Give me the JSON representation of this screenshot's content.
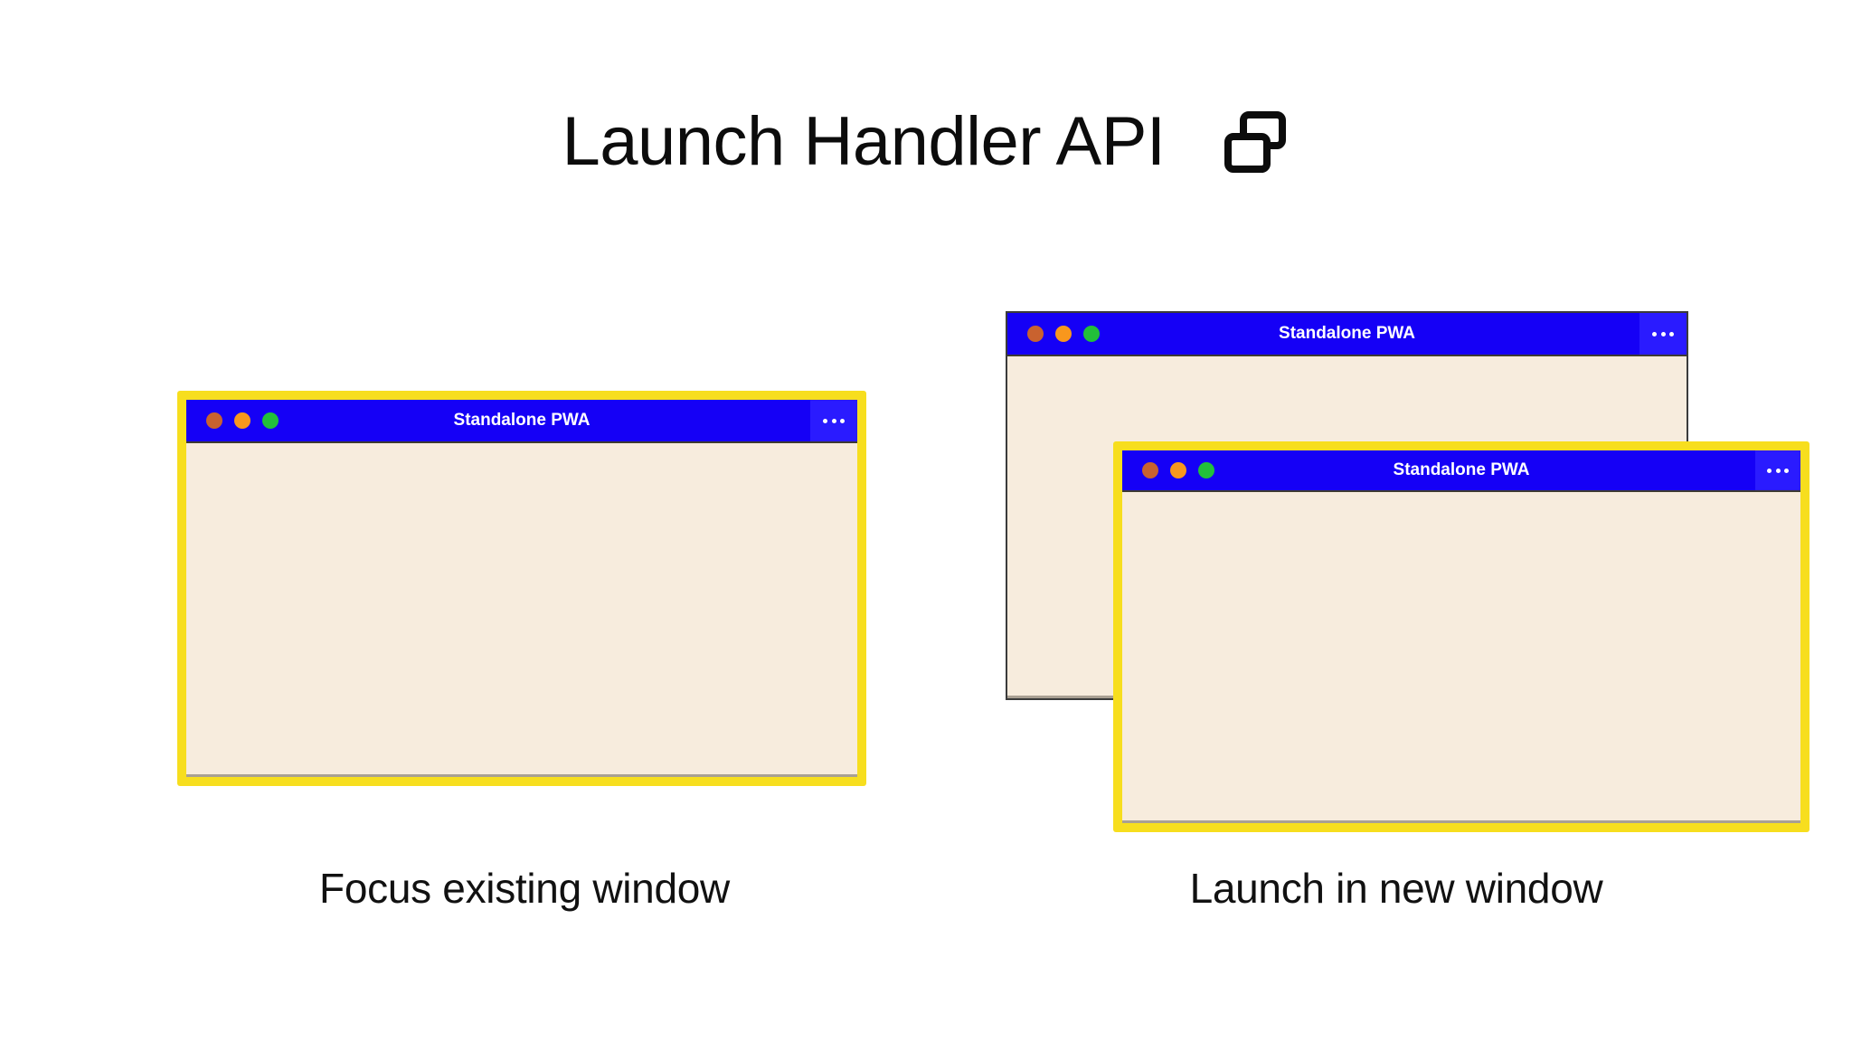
{
  "header": {
    "title": "Launch Handler API",
    "icon": "multiple-windows-icon"
  },
  "theme": {
    "background": "#ffffff",
    "titlebar_blue": "#1500f6",
    "menu_blue": "#2a1bff",
    "window_body_cream": "#f7ecdd",
    "highlight_yellow": "#f7de1e",
    "window_border_gray": "#3b3b3b",
    "text_dark": "#111111",
    "dot_close": "#c9622f",
    "dot_minimize": "#f8971d",
    "dot_maximize": "#22c03a"
  },
  "scenarios": [
    {
      "id": "focus-existing",
      "caption": "Focus existing window",
      "windows": [
        {
          "id": "window-focus",
          "title": "Standalone PWA",
          "highlighted": true,
          "menu_label": "More options",
          "controls": [
            "close",
            "minimize",
            "maximize"
          ]
        }
      ]
    },
    {
      "id": "launch-new",
      "caption": "Launch in new window",
      "windows": [
        {
          "id": "window-background",
          "title": "Standalone PWA",
          "highlighted": false,
          "menu_label": "More options",
          "controls": [
            "close",
            "minimize",
            "maximize"
          ]
        },
        {
          "id": "window-new",
          "title": "Standalone PWA",
          "highlighted": true,
          "menu_label": "More options",
          "controls": [
            "close",
            "minimize",
            "maximize"
          ]
        }
      ]
    }
  ]
}
